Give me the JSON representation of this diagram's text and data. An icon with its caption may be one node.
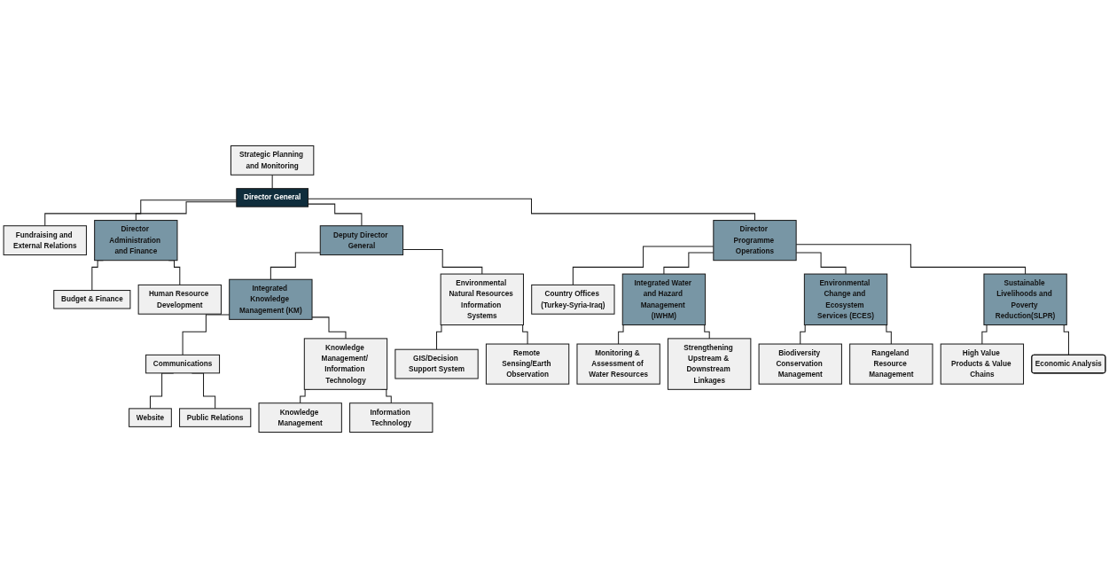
{
  "diagram": {
    "nodes": [
      {
        "text": [
          "Strategic Planning and Monitoring"
        ]
      },
      {
        "text": [
          "Director General"
        ]
      },
      {
        "text": [
          "Fundraising and External Relations"
        ]
      },
      {
        "text": [
          "Director Administration and Finance"
        ]
      },
      {
        "text": [
          "Deputy Director General"
        ]
      },
      {
        "text": [
          "Director Programme Operations"
        ]
      },
      {
        "text": [
          "Country Offices (Turkey-Syria-Iraq)"
        ]
      },
      {
        "text": [
          "Budget & Finance"
        ]
      },
      {
        "text": [
          "Human Resource Development"
        ]
      },
      {
        "text": [
          "Integrated Knowledge Management (KM)"
        ]
      },
      {
        "text": [
          "Communications"
        ]
      },
      {
        "text": [
          "Knowledge Management/ Information Technology"
        ]
      },
      {
        "text": [
          "Environmental Natural Resources Information Systems"
        ]
      },
      {
        "text": [
          "Website"
        ]
      },
      {
        "text": [
          "Public Relations"
        ]
      },
      {
        "text": [
          "Knowledge Management"
        ]
      },
      {
        "text": [
          "Information Technology"
        ]
      },
      {
        "text": [
          "GIS/Decision Support System"
        ]
      },
      {
        "text": [
          "Remote Sensing/Earth Observation"
        ]
      },
      {
        "text": [
          "Integrated Water and Hazard Management (IWHM)"
        ]
      },
      {
        "text": [
          "Environmental Change and Ecosystem Services (ECES)"
        ]
      },
      {
        "text": [
          "Sustainable Livelihoods and Poverty Reduction(SLPR)"
        ]
      },
      {
        "text": [
          "Monitoring & Assessment of Water Resources"
        ]
      },
      {
        "text": [
          "Strengthening Upstream & Downstream Linkages"
        ]
      },
      {
        "text": [
          "Biodiversity Conservation Management"
        ]
      },
      {
        "text": [
          "Rangeland Resource Management"
        ]
      },
      {
        "text": [
          "High Value Products & Value Chains"
        ]
      },
      {
        "text": [
          "Economic Analysis"
        ]
      }
    ],
    "edges": [
      {
        "from": 0,
        "to": 1,
        "arrow": "none"
      },
      {
        "from": 1,
        "to": 2,
        "arrow": "none"
      },
      {
        "from": 1,
        "to": 3,
        "arrow": "none"
      },
      {
        "from": 1,
        "to": 4,
        "arrow": "none"
      },
      {
        "from": 1,
        "to": 5,
        "arrow": "none"
      },
      {
        "from": 5,
        "to": 6,
        "arrow": "none"
      },
      {
        "from": 3,
        "to": 7,
        "arrow": "none"
      },
      {
        "from": 3,
        "to": 8,
        "arrow": "none"
      },
      {
        "from": 4,
        "to": 9,
        "arrow": "none"
      },
      {
        "from": 4,
        "to": 12,
        "arrow": "none"
      },
      {
        "from": 9,
        "to": 10,
        "arrow": "none"
      },
      {
        "from": 9,
        "to": 11,
        "arrow": "none"
      },
      {
        "from": 10,
        "to": 13,
        "arrow": "none"
      },
      {
        "from": 10,
        "to": 14,
        "arrow": "none"
      },
      {
        "from": 11,
        "to": 15,
        "arrow": "none"
      },
      {
        "from": 11,
        "to": 16,
        "arrow": "none"
      },
      {
        "from": 12,
        "to": 17,
        "arrow": "none"
      },
      {
        "from": 12,
        "to": 18,
        "arrow": "none"
      },
      {
        "from": 5,
        "to": 19,
        "arrow": "none"
      },
      {
        "from": 5,
        "to": 20,
        "arrow": "none"
      },
      {
        "from": 5,
        "to": 21,
        "arrow": "none"
      },
      {
        "from": 19,
        "to": 22,
        "arrow": "none"
      },
      {
        "from": 19,
        "to": 23,
        "arrow": "none"
      },
      {
        "from": 20,
        "to": 24,
        "arrow": "none"
      },
      {
        "from": 20,
        "to": 25,
        "arrow": "none"
      },
      {
        "from": 21,
        "to": 26,
        "arrow": "none"
      },
      {
        "from": 21,
        "to": 27,
        "arrow": "none"
      }
    ]
  }
}
